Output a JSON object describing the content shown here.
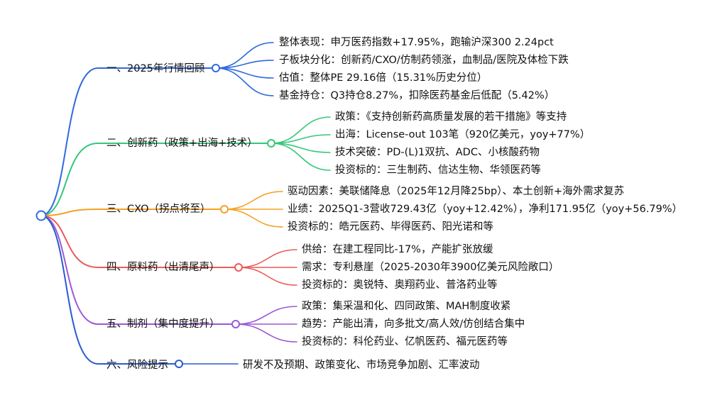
{
  "colors": {
    "blue": "#2f6bdc",
    "green": "#37c679",
    "orange": "#f3a125",
    "red": "#ec5a59",
    "purple": "#9b59d6",
    "navy": "#2a5bd0"
  },
  "branches": [
    {
      "label": "一、2025年行情回顾",
      "color": "blue",
      "children": [
        "整体表现：申万医药指数+17.95%，跑输沪深300 2.24pct",
        "子板块分化：创新药/CXO/仿制药领涨，血制品/医院及体检下跌",
        "估值：整体PE 29.16倍（15.31%历史分位）",
        "基金持仓：Q3持仓8.27%，扣除医药基金后低配（5.42%）"
      ]
    },
    {
      "label": "二、创新药（政策+出海+技术）",
      "color": "green",
      "children": [
        "政策：《支持创新药高质量发展的若干措施》等支持",
        "出海：License-out 103笔（920亿美元，yoy+77%）",
        "技术突破：PD-(L)1双抗、ADC、小核酸药物",
        "投资标的：三生制药、信达生物、华领医药等"
      ]
    },
    {
      "label": "三、CXO（拐点将至）",
      "color": "orange",
      "children": [
        "驱动因素：美联储降息（2025年12月降25bp）、本土创新+海外需求复苏",
        "业绩：2025Q1-3营收729.43亿（yoy+12.42%），净利171.95亿（yoy+56.79%）",
        "投资标的：皓元医药、毕得医药、阳光诺和等"
      ]
    },
    {
      "label": "四、原料药（出清尾声）",
      "color": "red",
      "children": [
        "供给：在建工程同比-17%，产能扩张放缓",
        "需求：专利悬崖（2025-2030年3900亿美元风险敞口）",
        "投资标的：奥锐特、奥翔药业、普洛药业等"
      ]
    },
    {
      "label": "五、制剂（集中度提升）",
      "color": "purple",
      "children": [
        "政策：集采温和化、四同政策、MAH制度收紧",
        "趋势：产能出清，向多批文/高人效/仿创结合集中",
        "投资标的：科伦药业、亿帆医药、福元医药等"
      ]
    },
    {
      "label": "六、风险提示",
      "color": "navy",
      "children": [
        "研发不及预期、政策变化、市场竞争加剧、汇率波动"
      ]
    }
  ]
}
